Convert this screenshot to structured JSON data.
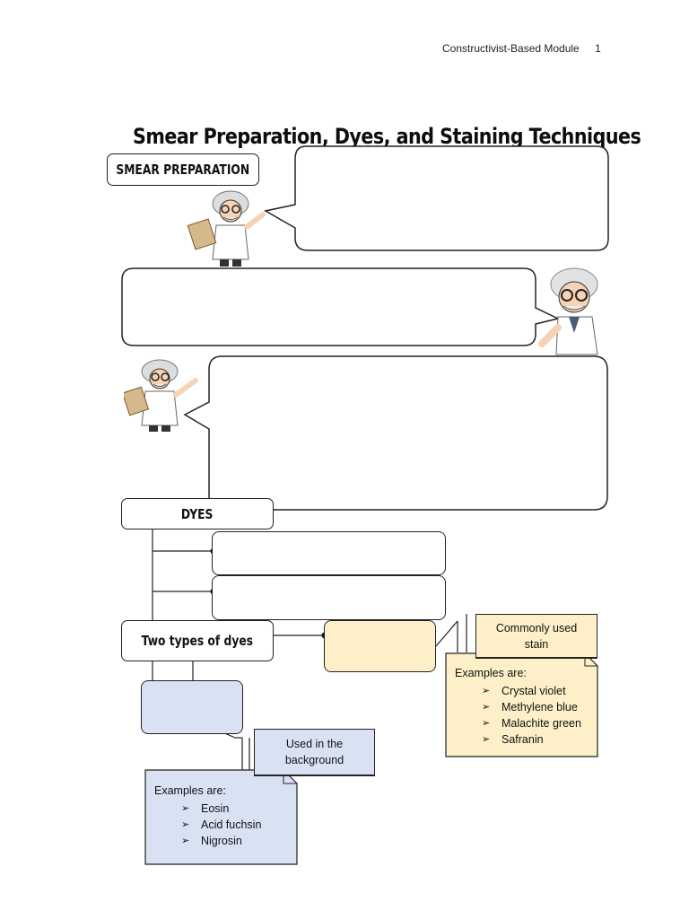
{
  "header": {
    "text": "Constructivist-Based Module",
    "page_number": "1"
  },
  "title": "Smear Preparation, Dyes, and Staining Techniques",
  "sections": {
    "smear_preparation": "SMEAR PREPARATION",
    "dyes": "DYES",
    "two_types": "Two types of dyes"
  },
  "basic_dye": {
    "callout": "Commonly used stain",
    "examples_label": "Examples are:",
    "examples": [
      "Crystal violet",
      "Methylene blue",
      "Malachite green",
      "Safranin"
    ]
  },
  "acidic_dye": {
    "callout": "Used in the background",
    "examples_label": "Examples are:",
    "examples": [
      "Eosin",
      "Acid fuchsin",
      "Nigrosin"
    ]
  },
  "colors": {
    "beige_fill": "#fdf0c8",
    "blue_fill": "#d9e2f3",
    "border": "#222222"
  },
  "icons": [
    "scientist-clipboard-icon",
    "scientist-pointing-icon",
    "bullet-arrow-icon"
  ]
}
